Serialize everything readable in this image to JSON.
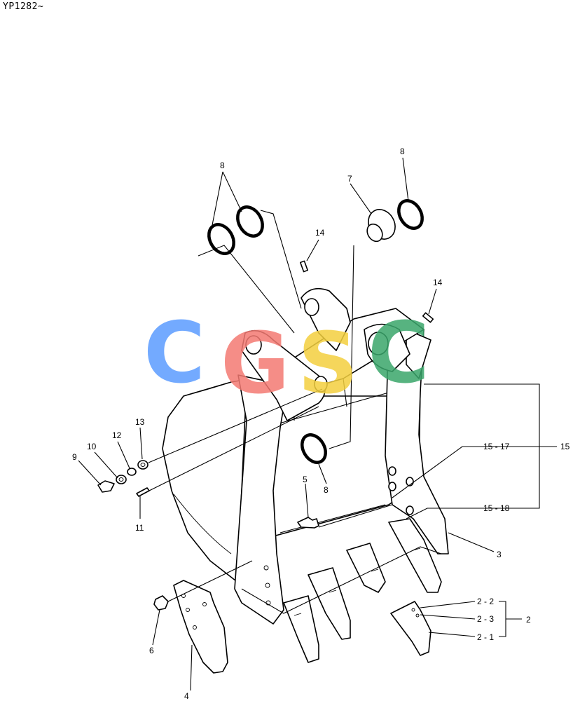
{
  "header": {
    "serial_range": "YP1282~"
  },
  "watermark": {
    "letters": [
      "C",
      "G",
      "S",
      "C"
    ],
    "colors": [
      "#5b9cff",
      "#f47a73",
      "#f4d03f",
      "#3aa66b"
    ]
  },
  "labels": {
    "l8a": "8",
    "l8b": "8",
    "l8c": "8",
    "l7": "7",
    "l14a": "14",
    "l14b": "14",
    "l15": "15",
    "l15_17": "15 - 17",
    "l15_18": "15 - 18",
    "l13": "13",
    "l12": "12",
    "l10": "10",
    "l9": "9",
    "l11": "11",
    "l5": "5",
    "l3": "3",
    "l6": "6",
    "l4": "4",
    "l2": "2",
    "l2_1": "2 - 1",
    "l2_2": "2 - 2",
    "l2_3": "2 - 3"
  }
}
